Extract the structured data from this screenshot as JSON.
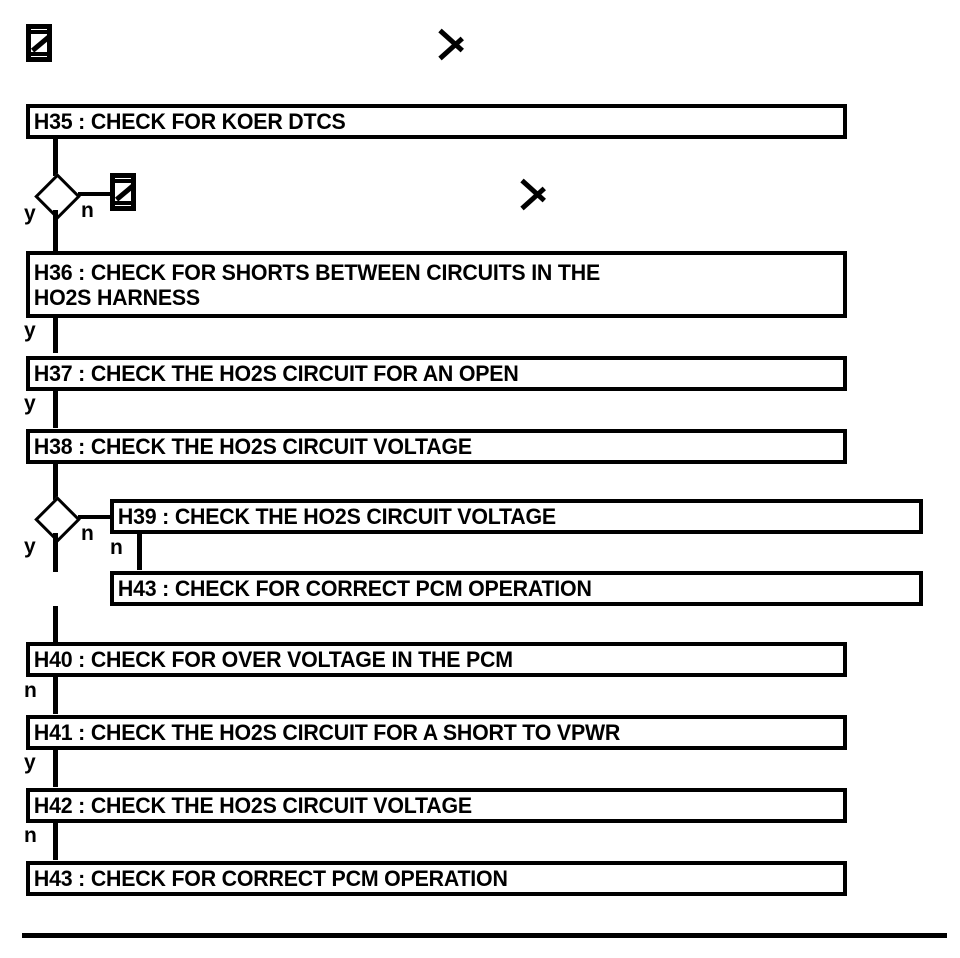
{
  "document": {
    "title": "HO2S Diagnostic Pinpoint Test Flowchart",
    "ink_color": "#000000",
    "background_color": "#ffffff"
  },
  "connectors": {
    "offpage_top": {
      "icon": "offpage-connector-z-icon"
    },
    "offpage_branch": {
      "icon": "offpage-connector-z-icon"
    },
    "chevron_top": {
      "icon": "chevron-right-icon"
    },
    "chevron_branch": {
      "icon": "chevron-right-icon"
    }
  },
  "branches": {
    "yes": "y",
    "no": "n"
  },
  "steps": [
    {
      "id": "H35",
      "label": "H35 : CHECK FOR KOER DTCS"
    },
    {
      "id": "H36",
      "label": "H36 : CHECK FOR SHORTS BETWEEN CIRCUITS IN THE\nHO2S HARNESS"
    },
    {
      "id": "H37",
      "label": "H37 : CHECK THE HO2S CIRCUIT FOR AN OPEN"
    },
    {
      "id": "H38",
      "label": "H38 : CHECK THE HO2S CIRCUIT VOLTAGE"
    },
    {
      "id": "H39",
      "label": "H39 : CHECK THE HO2S CIRCUIT VOLTAGE"
    },
    {
      "id": "H43a",
      "label": "H43 : CHECK FOR CORRECT PCM OPERATION"
    },
    {
      "id": "H40",
      "label": "H40 : CHECK FOR OVER VOLTAGE IN THE PCM"
    },
    {
      "id": "H41",
      "label": "H41 : CHECK THE HO2S CIRCUIT FOR A SHORT TO VPWR"
    },
    {
      "id": "H42",
      "label": "H42 : CHECK THE HO2S CIRCUIT VOLTAGE"
    },
    {
      "id": "H43b",
      "label": "H43 : CHECK FOR CORRECT PCM OPERATION"
    }
  ],
  "branch_labels": {
    "h35_yes": "y",
    "h35_no": "n",
    "h36_yes": "y",
    "h37_yes": "y",
    "h38_yes": "y",
    "h38_no": "n",
    "h39_no": "n",
    "h40_no": "n",
    "h41_yes": "y",
    "h42_no": "n"
  }
}
